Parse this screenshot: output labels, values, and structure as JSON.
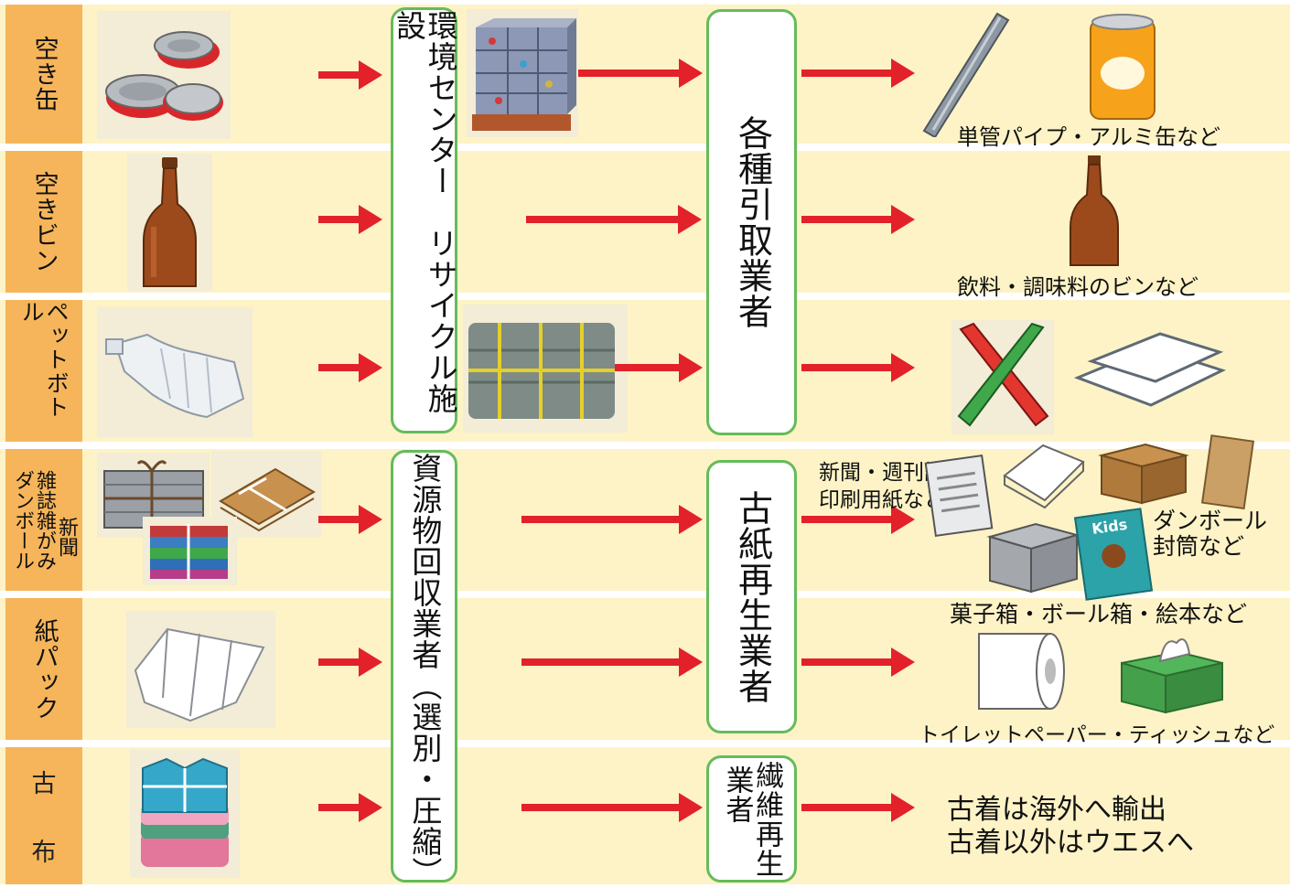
{
  "rows": [
    {
      "label": "空き缶"
    },
    {
      "label": "空きビン"
    },
    {
      "label": "ペットボトル"
    },
    {
      "label_lines": [
        "新聞",
        "雑誌雑がみ",
        "ダンボール"
      ]
    },
    {
      "label": "紙パック"
    },
    {
      "label_top": "古",
      "label_bottom": "布"
    }
  ],
  "facilities": {
    "env_center": "環境センター　リサイクル施設",
    "resource_collector": "資源物回収業者（選別・圧縮）",
    "various_buyers": "各種引取業者",
    "paper_recyclers": "古紙再生業者",
    "fiber_recyclers_lines": [
      "繊維再生",
      "業者"
    ]
  },
  "products": {
    "cans": "単管パイプ・アルミ缶など",
    "bottles": "飲料・調味料のビンなど",
    "newspaper_lines": [
      "新聞・週刊誌",
      "印刷用紙など"
    ],
    "cardboard_lines": [
      "ダンボール",
      "封筒など"
    ],
    "kids_book": "Kids",
    "misc_paper": "菓子箱・ボール箱・絵本など",
    "tissue": "トイレットペーパー・ティッシュなど",
    "cloth_lines": [
      "古着は海外へ輸出",
      "古着以外はウエスへ"
    ]
  },
  "icons": [
    "crushed-cans-icon",
    "glass-bottle-icon",
    "crushed-pet-bottle-icon",
    "newspaper-bundle-icon",
    "cardboard-bundle-icon",
    "magazine-bundle-icon",
    "paper-carton-icon",
    "folded-clothes-icon",
    "compressed-cans-bale-icon",
    "pet-bale-icon",
    "metal-pipe-icon",
    "aluminum-can-icon",
    "recycled-bottle-icon",
    "pencils-icon",
    "plastic-trays-icon",
    "newspaper-icon",
    "paper-stack-icon",
    "cardboard-box-icon",
    "envelope-icon",
    "gift-box-icon",
    "picture-book-icon",
    "toilet-paper-icon",
    "tissue-box-icon"
  ],
  "colors": {
    "row_background": "#fdf3c6",
    "label_background": "#f6b55a",
    "box_border": "#66bb5a",
    "arrow": "#e3212a"
  }
}
